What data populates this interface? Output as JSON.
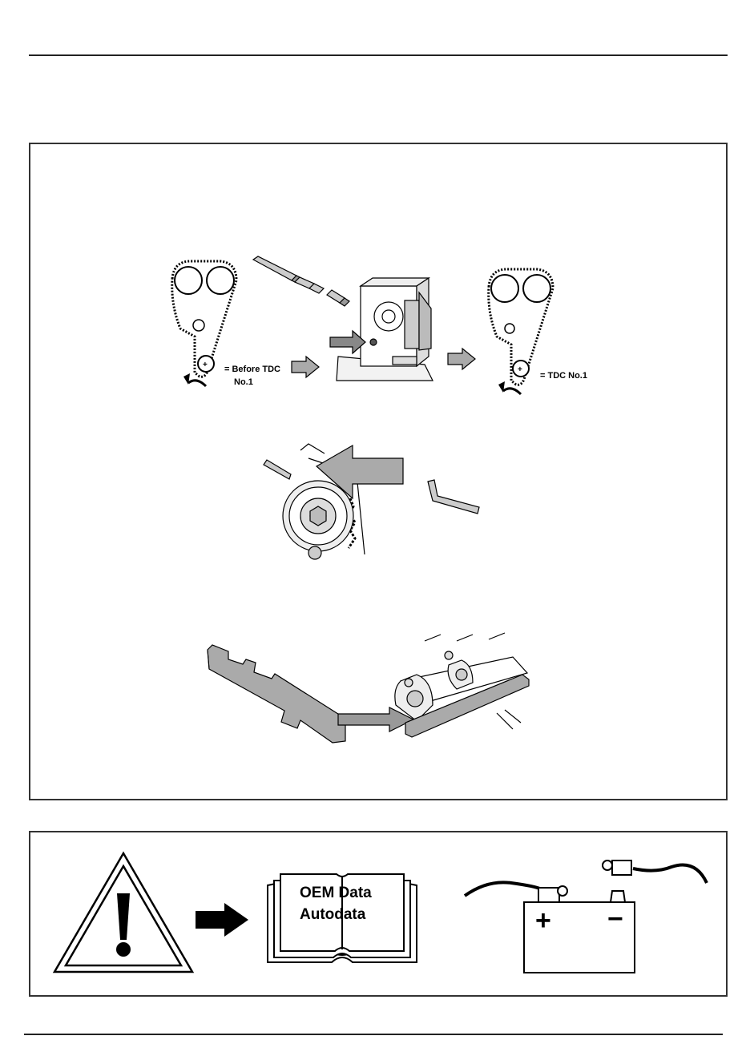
{
  "diagram": {
    "before_tdc_label_line1": "= Before TDC",
    "before_tdc_label_line2": "No.1",
    "tdc_label": "= TDC No.1"
  },
  "warning_panel": {
    "book_line1": "OEM Data",
    "book_line2": "Autodata",
    "battery_plus": "+",
    "battery_minus": "−"
  }
}
